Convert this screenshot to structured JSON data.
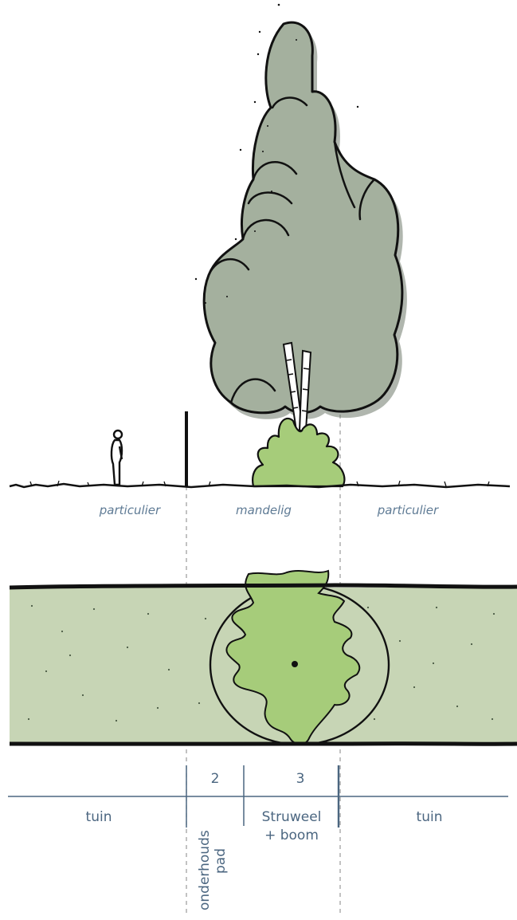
{
  "section_labels": {
    "left": "particulier",
    "middle": "mandelig",
    "right": "particulier"
  },
  "numbers": {
    "path": "2",
    "shrub": "3"
  },
  "columns": {
    "garden_left": "tuin",
    "path_line1": "onderhouds",
    "path_line2": "pad",
    "shrub_line1": "Struweel",
    "shrub_line2": "+ boom",
    "garden_right": "tuin"
  },
  "colors": {
    "tree_fill": "#a4b09e",
    "tree_shadow": "#6f7a6c",
    "shrub_green": "#a6cc7a",
    "strip_fill": "#c7d5b5",
    "label_blue": "#4b6680",
    "outline": "#111111"
  }
}
